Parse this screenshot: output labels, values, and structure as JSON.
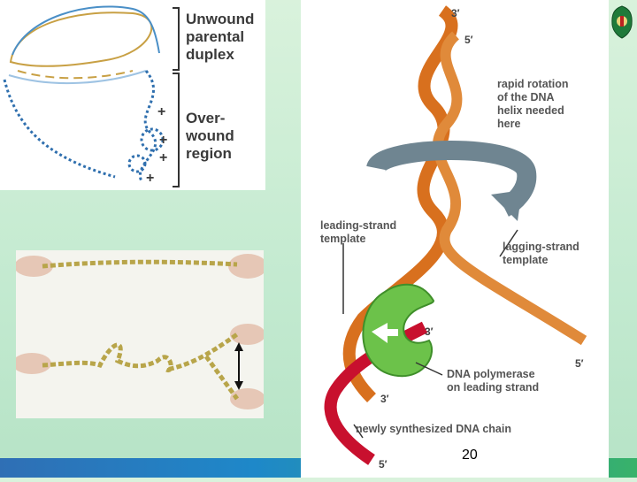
{
  "supercoil_figure": {
    "unwound_label": [
      "Unwound",
      "parental",
      "duplex"
    ],
    "overwound_label": [
      "Over-",
      "wound",
      "region"
    ],
    "plus_signs": [
      "+",
      "+",
      "+",
      "+"
    ]
  },
  "helix_figure": {
    "labels": {
      "rotation": [
        "rapid rotation",
        "of the DNA",
        "helix needed",
        "here"
      ],
      "leading_template": [
        "leading-strand",
        "template"
      ],
      "lagging_template": [
        "lagging-strand",
        "template"
      ],
      "polymerase": [
        "DNA polymerase",
        "on leading strand"
      ],
      "new_chain": "newly synthesized DNA chain"
    },
    "strand_ends": {
      "top_3": "3′",
      "top_5": "5′",
      "mid_3": "3′",
      "lagging_5": "5′",
      "lower_3": "3′",
      "bottom_5": "5′"
    },
    "colors": {
      "template_strand": "#d8701e",
      "new_strand": "#c8102e",
      "polymerase": "#6cc24a",
      "rotation_arrow": "#6f8591"
    }
  },
  "page_number": "20",
  "colors": {
    "background": "#c9ecd3",
    "bottom_bar": "#2f6fb5"
  }
}
